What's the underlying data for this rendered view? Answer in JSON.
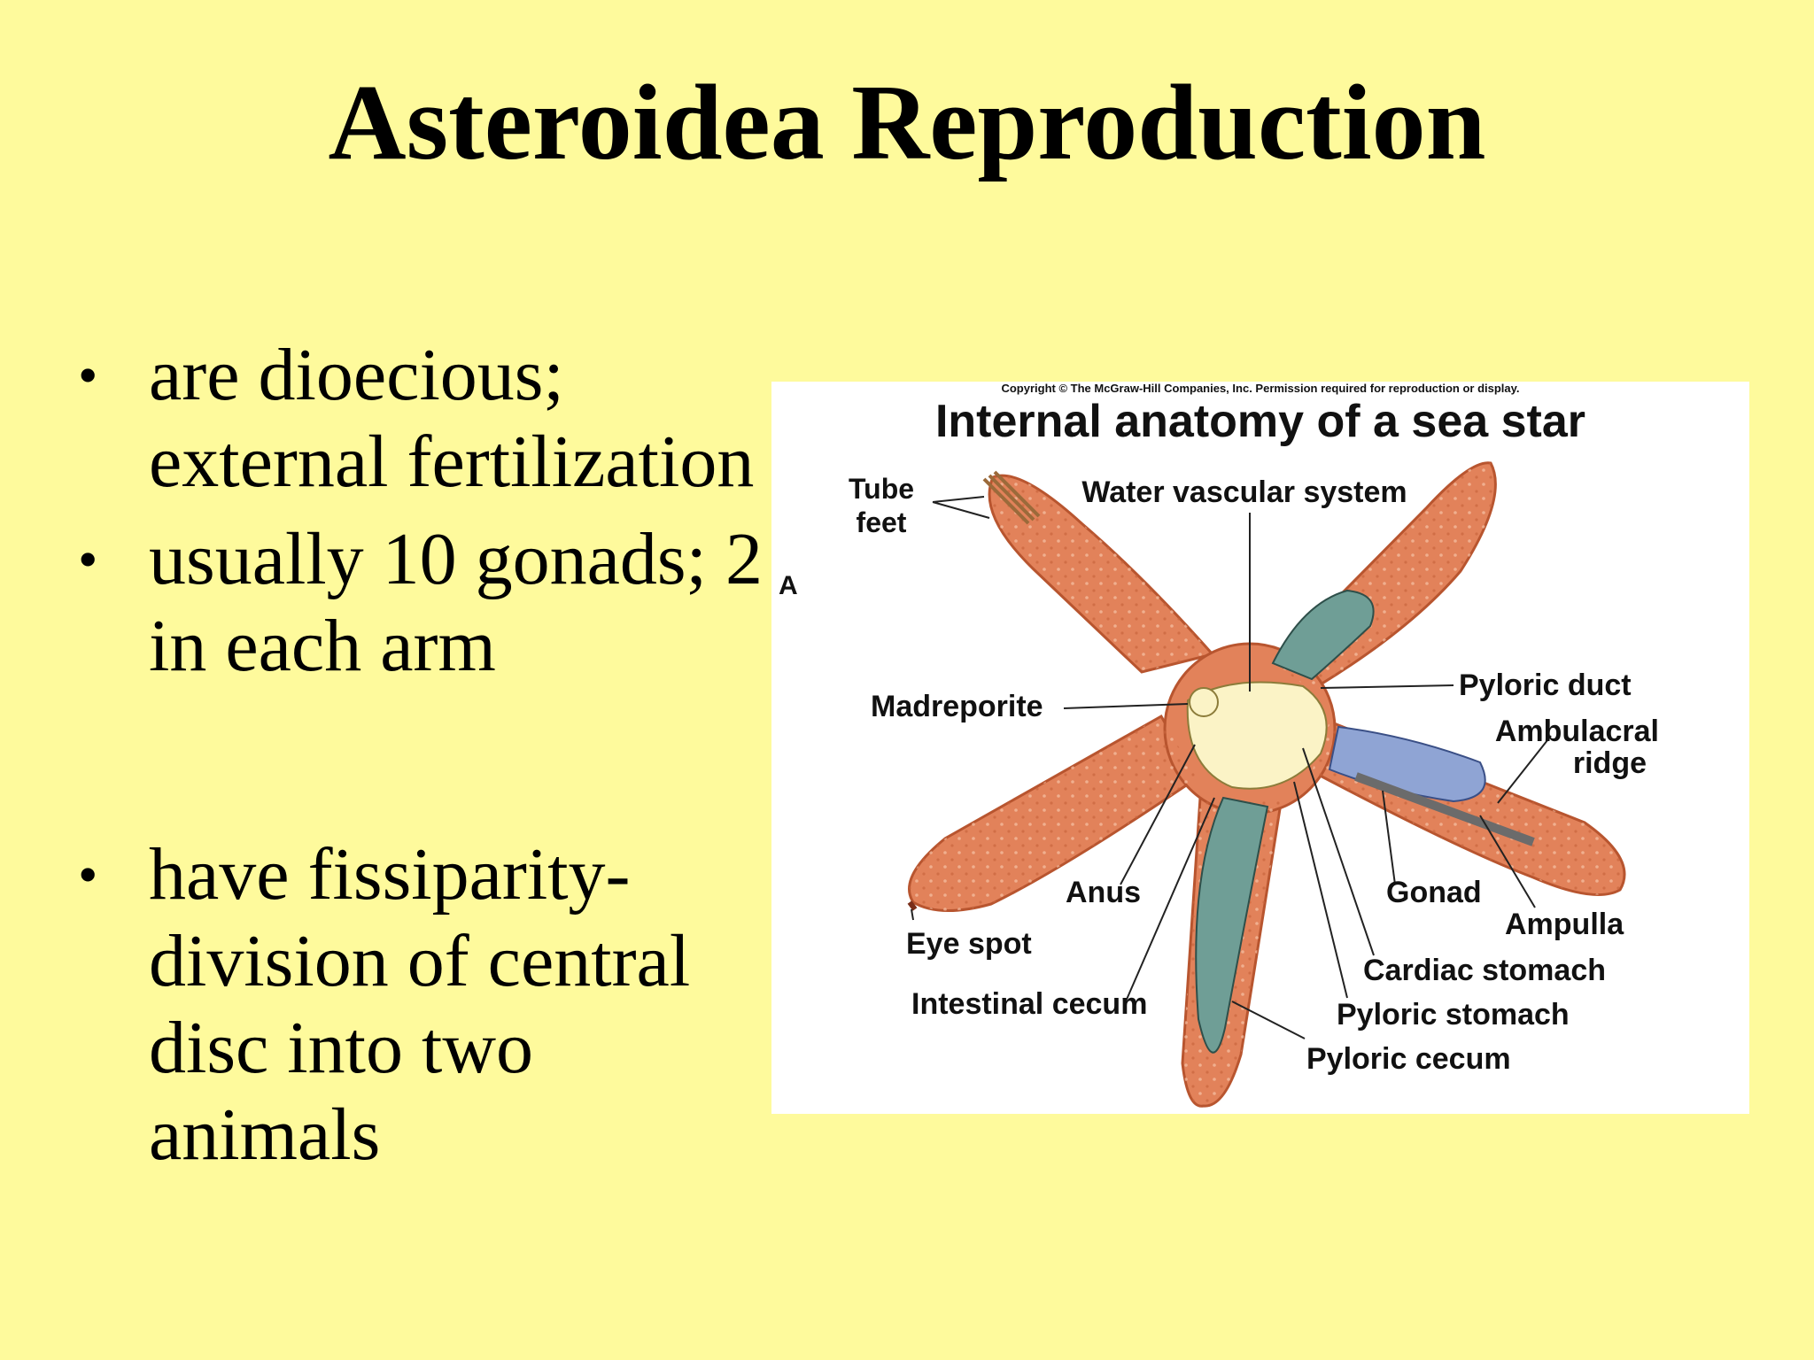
{
  "slide": {
    "title": "Asteroidea Reproduction",
    "bullets": [
      "are dioecious; external fertilization",
      "usually 10 gonads; 2 in each arm",
      "have fissiparity- division of central disc into two animals"
    ]
  },
  "figure": {
    "copyright": "Copyright © The McGraw-Hill Companies, Inc. Permission required for reproduction or display.",
    "title": "Internal anatomy of a sea star",
    "panel_letter": "A",
    "labels": {
      "tube_feet_1": "Tube",
      "tube_feet_2": "feet",
      "water_vascular_system": "Water vascular system",
      "madreporite": "Madreporite",
      "pyloric_duct": "Pyloric duct",
      "ambulacral_ridge_1": "Ambulacral",
      "ambulacral_ridge_2": "ridge",
      "anus": "Anus",
      "gonad": "Gonad",
      "eye_spot": "Eye spot",
      "ampulla": "Ampulla",
      "intestinal_cecum": "Intestinal cecum",
      "cardiac_stomach": "Cardiac stomach",
      "pyloric_stomach": "Pyloric stomach",
      "pyloric_cecum": "Pyloric cecum"
    },
    "colors": {
      "arm": "#e2825a",
      "arm_outline": "#b8552f",
      "cecum": "#6f9e96",
      "gonad": "#8fa4d4",
      "stomach": "#fbf3c6",
      "leader": "#222222"
    }
  }
}
